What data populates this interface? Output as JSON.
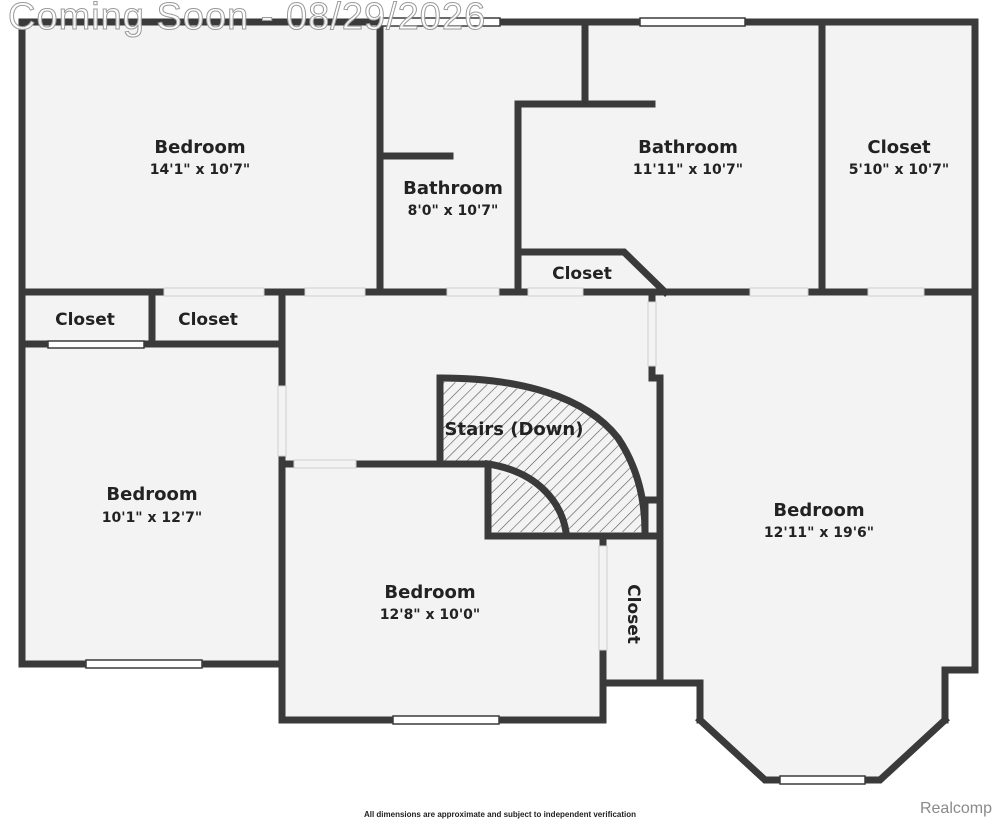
{
  "watermark": "Coming Soon - 08/29/2026",
  "brand": "Realcomp",
  "disclaimer": "All dimensions are approximate and subject to independent verification",
  "colors": {
    "wall": "#3a3a3a",
    "floor": "#f3f3f3",
    "window": "#ffffff",
    "text": "#222222"
  },
  "rooms": {
    "bedroom_nw": {
      "name": "Bedroom",
      "dims": "14'1\" x 10'7\""
    },
    "bathroom_small": {
      "name": "Bathroom",
      "dims": "8'0\" x 10'7\""
    },
    "bathroom_large": {
      "name": "Bathroom",
      "dims": "11'11\" x 10'7\""
    },
    "closet_ne": {
      "name": "Closet",
      "dims": "5'10\" x 10'7\""
    },
    "closet_mid": {
      "name": "Closet"
    },
    "closet_w1": {
      "name": "Closet"
    },
    "closet_w2": {
      "name": "Closet"
    },
    "stairs": {
      "name": "Stairs (Down)"
    },
    "bedroom_w": {
      "name": "Bedroom",
      "dims": "10'1\" x 12'7\""
    },
    "bedroom_s": {
      "name": "Bedroom",
      "dims": "12'8\" x 10'0\""
    },
    "bedroom_e": {
      "name": "Bedroom",
      "dims": "12'11\" x 19'6\""
    },
    "closet_e": {
      "name": "Closet"
    }
  }
}
